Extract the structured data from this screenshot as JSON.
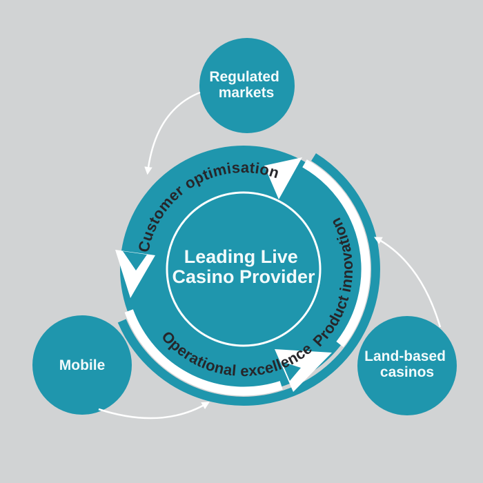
{
  "colors": {
    "accent": "#1f96ad",
    "background": "#d1d3d4",
    "ring_text": "#26262a",
    "light_text": "#f2fafb"
  },
  "diagram": {
    "center_label": {
      "line1": "Leading Live",
      "line2": "Casino Provider"
    },
    "cycle_labels": {
      "top_left": "Customer optimisation",
      "right": "Product innovation",
      "bottom": "Operational excellence"
    },
    "satellites": {
      "regulated_markets": {
        "line1": "Regulated",
        "line2": "markets"
      },
      "mobile": {
        "line1": "Mobile"
      },
      "land_based_casinos": {
        "line1": "Land-based",
        "line2": "casinos"
      }
    }
  }
}
